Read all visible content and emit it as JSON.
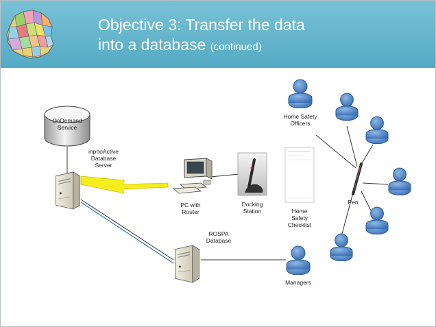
{
  "header": {
    "title_line1": "Objective 3: Transfer the data",
    "title_line2": "into a database",
    "title_suffix": "(continued)"
  },
  "colors": {
    "header": "#5fb3cc",
    "lightning": "#f6ee1a",
    "person": "#4a7fc2",
    "link_blue": "#2d6cc0"
  },
  "diagram": {
    "ondemand": {
      "line1": "OnDemand",
      "line2": "Service"
    },
    "inpho_server": {
      "line1": "inphoActive",
      "line2": "Database",
      "line3": "Server"
    },
    "pc": {
      "line1": "PC with",
      "line2": "Router"
    },
    "docking": {
      "line1": "Docking",
      "line2": "Station"
    },
    "rospa": {
      "line1": "ROSPA",
      "line2": "Database"
    },
    "checklist": {
      "line1": "Home",
      "line2": "Safety",
      "line3": "Checklist"
    },
    "officers": {
      "line1": "Home Safety",
      "line2": "Officers"
    },
    "pen": "Pen",
    "managers": "Managers"
  }
}
